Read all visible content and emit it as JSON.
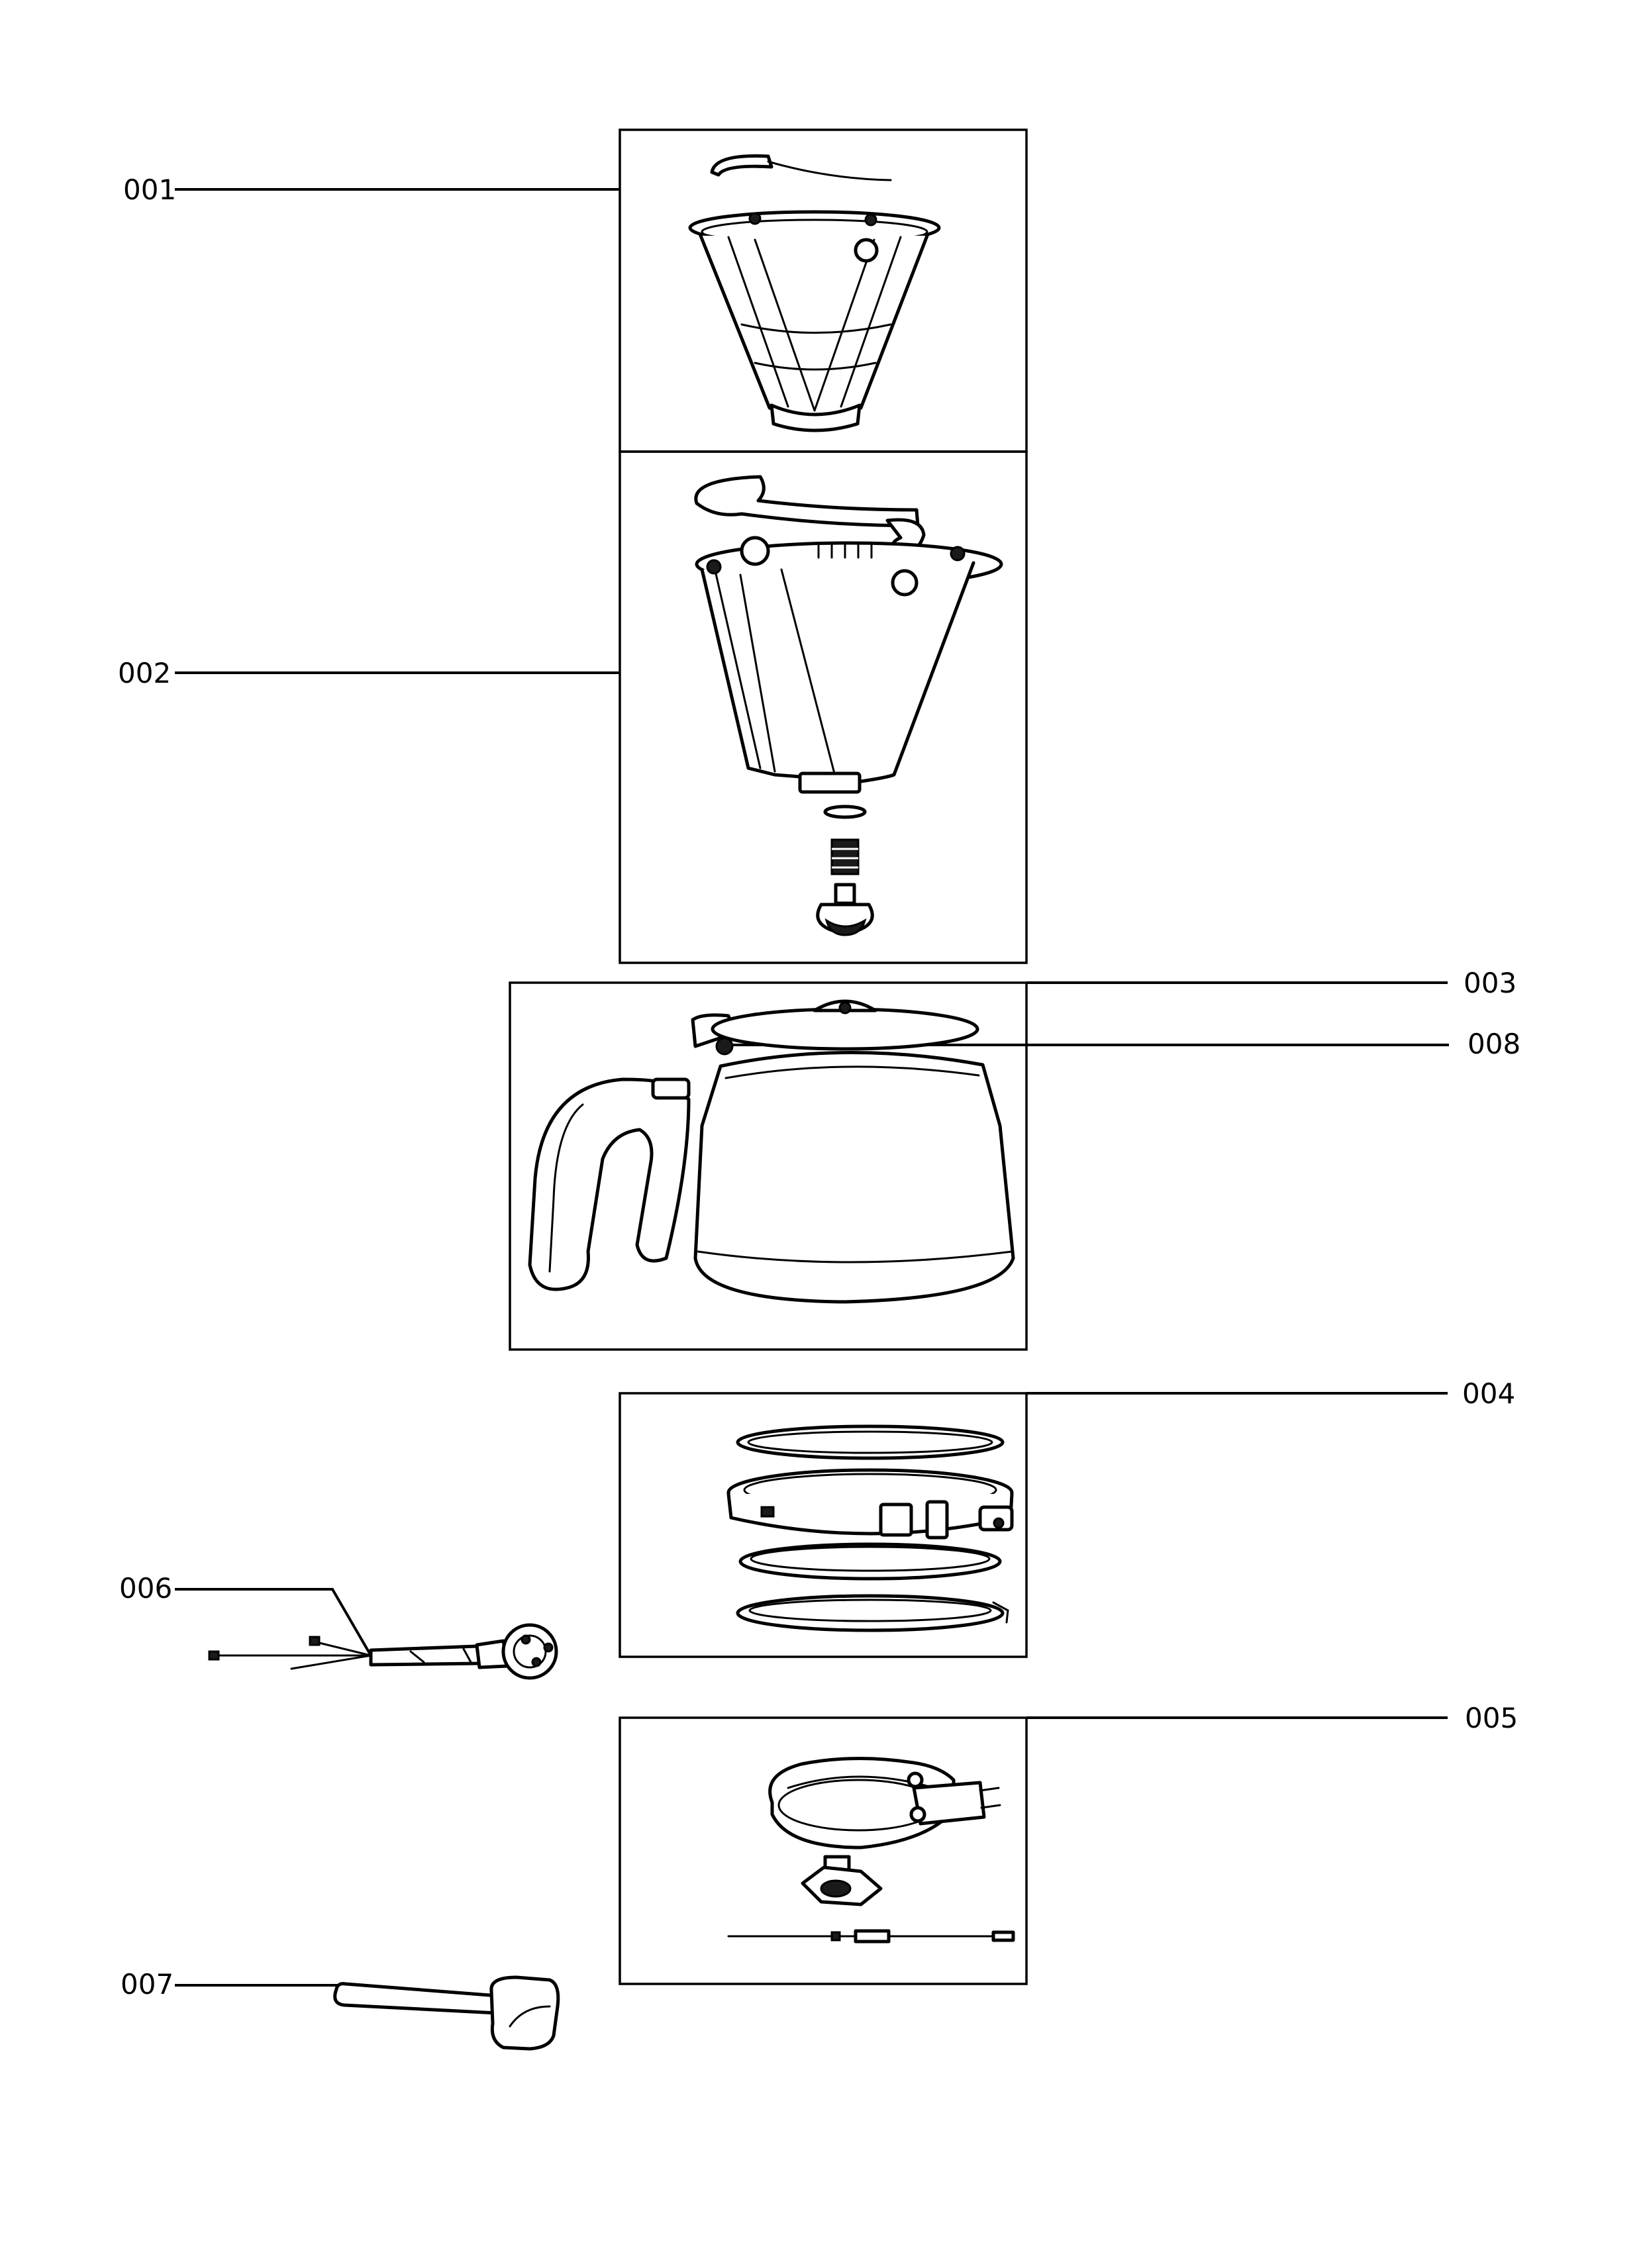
{
  "labels": {
    "p001": "001",
    "p002": "002",
    "p003": "003",
    "p004": "004",
    "p005": "005",
    "p006": "006",
    "p007": "007",
    "p008": "008"
  },
  "colors": {
    "line": "#000000",
    "background": "#ffffff"
  }
}
